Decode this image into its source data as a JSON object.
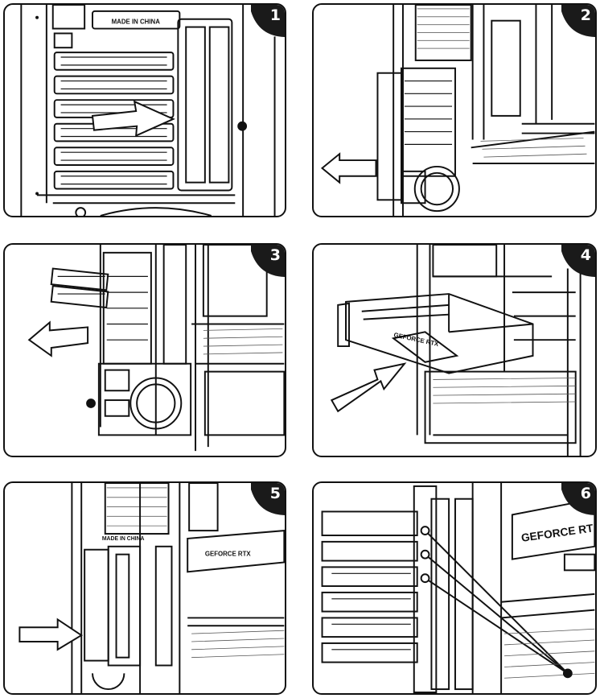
{
  "steps": [
    {
      "number": "1"
    },
    {
      "number": "2"
    },
    {
      "number": "3"
    },
    {
      "number": "4"
    },
    {
      "number": "5"
    },
    {
      "number": "6"
    }
  ],
  "labels": {
    "made_in_china_1": "MADE IN CHINA",
    "made_in_china_5": "MADE IN CHINA",
    "gpu_brand_4": "GEFORCE RTX",
    "gpu_brand_5": "GEFORCE RTX",
    "gpu_brand_6": "GEFORCE RT"
  },
  "colors": {
    "line": "#111111",
    "badge": "#1a1a1a",
    "arrow_fill": "#ffffff",
    "grey": "#9a9a9a"
  }
}
